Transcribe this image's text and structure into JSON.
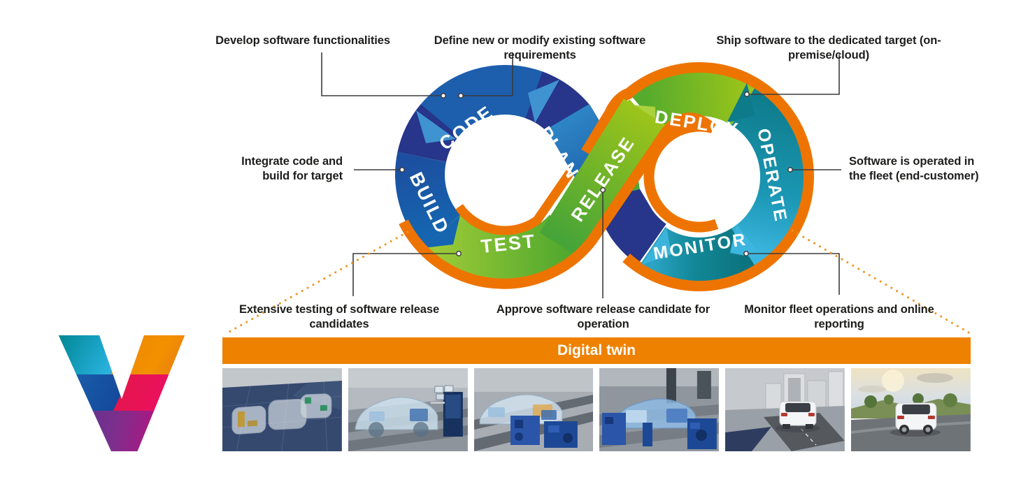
{
  "diagram": {
    "stages": {
      "code": "CODE",
      "plan": "PLAN",
      "build": "BUILD",
      "test": "TEST",
      "release": "RELEASE",
      "deploy": "DEPLOY",
      "operate": "OPERATE",
      "monitor": "MONITOR"
    },
    "annotations": {
      "develop": "Develop software functionalities",
      "define": "Define new or modify existing software requirements",
      "ship": "Ship software to the dedicated target (on-premise/cloud)",
      "integrate_l1": "Integrate code and",
      "integrate_l2": "build for target",
      "operated_l1": "Software is operated in",
      "operated_l2": "the fleet (end-customer)",
      "testing": "Extensive testing of software release candidates",
      "approve": "Approve software release candidate for operation",
      "monitoring": "Monitor fleet operations and online reporting"
    },
    "colors": {
      "orange": "#ee7402",
      "banner_orange": "#ee8100",
      "navy": "#27358a",
      "blue": "#1d5fad",
      "green": "#6cb42a",
      "lime": "#9dc41a",
      "teal": "#0d7b87",
      "cyan": "#3cb6e0",
      "dotted_orange": "#f0941f"
    }
  },
  "digital_twin": {
    "banner": "Digital twin",
    "images": [
      {
        "name": "virtual-chassis-models"
      },
      {
        "name": "virtual-vehicle-test-bench"
      },
      {
        "name": "vehicle-on-dyno-front"
      },
      {
        "name": "vehicle-on-dyno-side"
      },
      {
        "name": "vehicle-in-virtual-city"
      },
      {
        "name": "vehicle-on-real-road"
      }
    ]
  },
  "logo": {
    "name": "vector-logo"
  }
}
